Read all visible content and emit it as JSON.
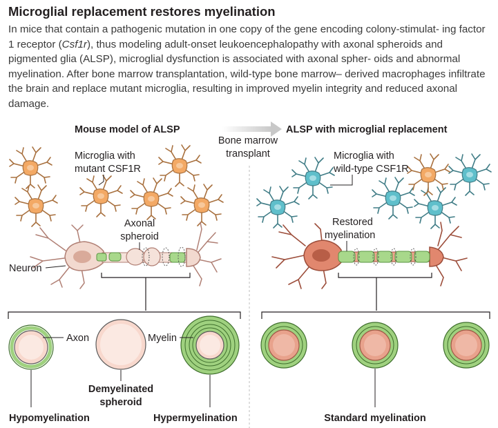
{
  "title": "Microglial replacement restores myelination",
  "description": {
    "part1": "In mice that contain a pathogenic mutation in one copy of the gene encoding colony-stimulat- ing factor 1 receptor (",
    "gene": "Csf1r",
    "part2": "), thus modeling adult-onset leukoencephalopathy with axonal spheroids and pigmented glia (ALSP), microglial dysfunction is associated with axonal spher- oids and abnormal myelination. After bone marrow transplantation, wild-type bone marrow– derived macrophages infiltrate the brain and replace mutant microglia, resulting in improved myelin integrity and reduced axonal damage."
  },
  "left_panel": {
    "header": "Mouse model of ALSP",
    "microglia_label": [
      "Microglia with",
      "mutant CSF1R"
    ],
    "spheroid_label": [
      "Axonal",
      "spheroid"
    ],
    "neuron_label": "Neuron",
    "axon_label": "Axon",
    "myelin_label": "Myelin",
    "demyelinated_label": [
      "Demyelinated",
      "spheroid"
    ],
    "hypo_label": "Hypomyelination",
    "hyper_label": "Hypermyelination"
  },
  "transition": {
    "label": [
      "Bone marrow",
      "transplant"
    ]
  },
  "right_panel": {
    "header": "ALSP with microglial replacement",
    "microglia_label": [
      "Microglia with",
      "wild-type CSF1R"
    ],
    "restored_label": [
      "Restored",
      "myelination"
    ],
    "standard_label": "Standard myelination"
  },
  "colors": {
    "mutant_microglia": "#f0a15a",
    "wildtype_microglia": "#56b8c6",
    "neuron_left": "#f2d9cf",
    "neuron_right": "#e1876e",
    "myelin": "#8dc870",
    "axon_cross_section": "#f8d8cd"
  }
}
